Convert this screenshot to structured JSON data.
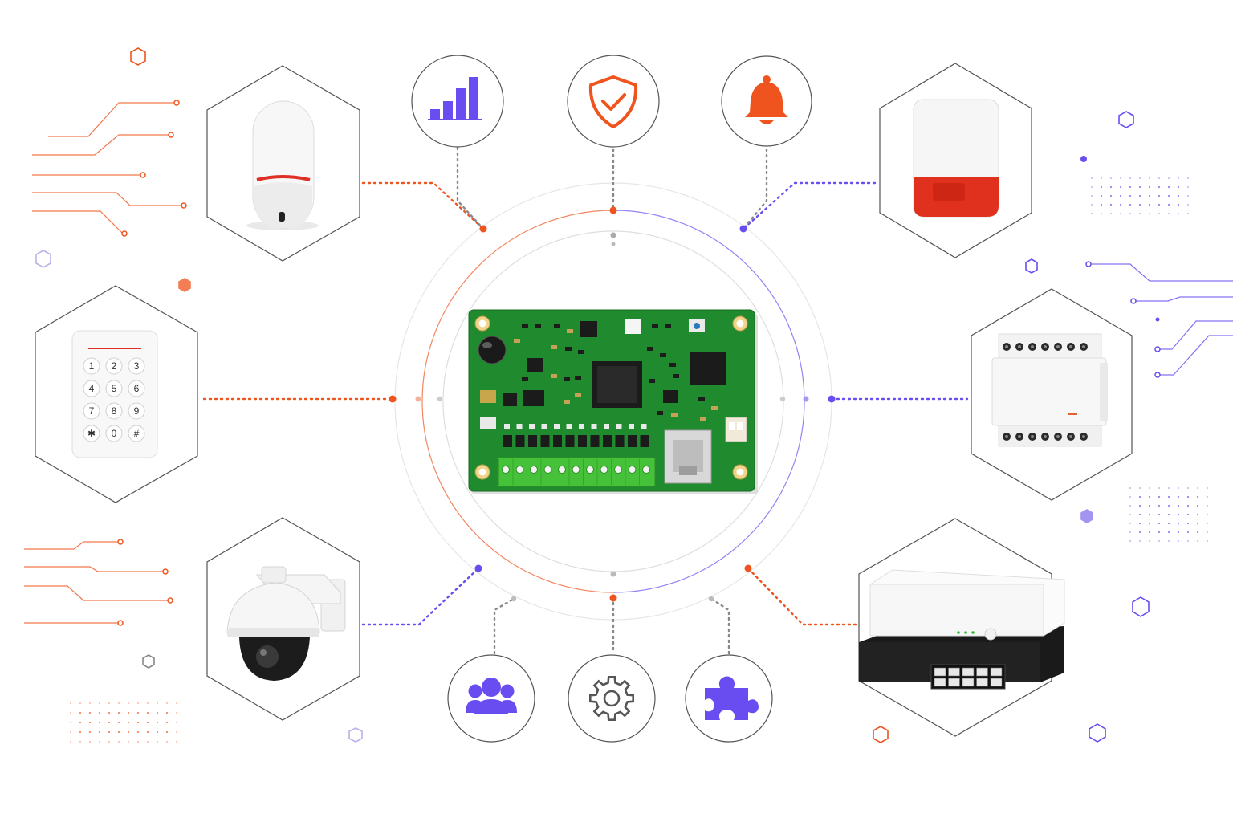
{
  "colors": {
    "accent_orange": "#f0541e",
    "accent_purple": "#6a4df0",
    "line_gray": "#9b9b9b",
    "hex_border": "#4a4a4a",
    "pcb_green": "#1f8a2e",
    "terminal_green": "#46c23a",
    "siren_red": "#e0301e"
  },
  "devices": [
    {
      "name": "motion-sensor",
      "icon": "motion-sensor-icon"
    },
    {
      "name": "keypad",
      "icon": "keypad-icon"
    },
    {
      "name": "dome-camera",
      "icon": "dome-camera-icon"
    },
    {
      "name": "siren",
      "icon": "siren-icon"
    },
    {
      "name": "din-relay-module",
      "icon": "din-relay-icon"
    },
    {
      "name": "network-switch",
      "icon": "network-switch-icon"
    }
  ],
  "feature_icons": [
    {
      "name": "signal-bars",
      "icon": "signal-bars-icon",
      "color": "#6a4df0"
    },
    {
      "name": "security-shield",
      "icon": "shield-check-icon",
      "color": "#f0541e"
    },
    {
      "name": "alarm-bell",
      "icon": "bell-icon",
      "color": "#f0541e"
    },
    {
      "name": "users-group",
      "icon": "users-icon",
      "color": "#6a4df0"
    },
    {
      "name": "settings-gear",
      "icon": "gear-icon",
      "color": "#555555"
    },
    {
      "name": "integration-puzzle",
      "icon": "puzzle-icon",
      "color": "#6a4df0"
    }
  ],
  "keypad": {
    "keys": [
      "1",
      "2",
      "3",
      "4",
      "5",
      "6",
      "7",
      "8",
      "9",
      "✱",
      "0",
      "#"
    ]
  },
  "center": {
    "name": "controller-pcb",
    "icon": "circuit-board-icon"
  }
}
